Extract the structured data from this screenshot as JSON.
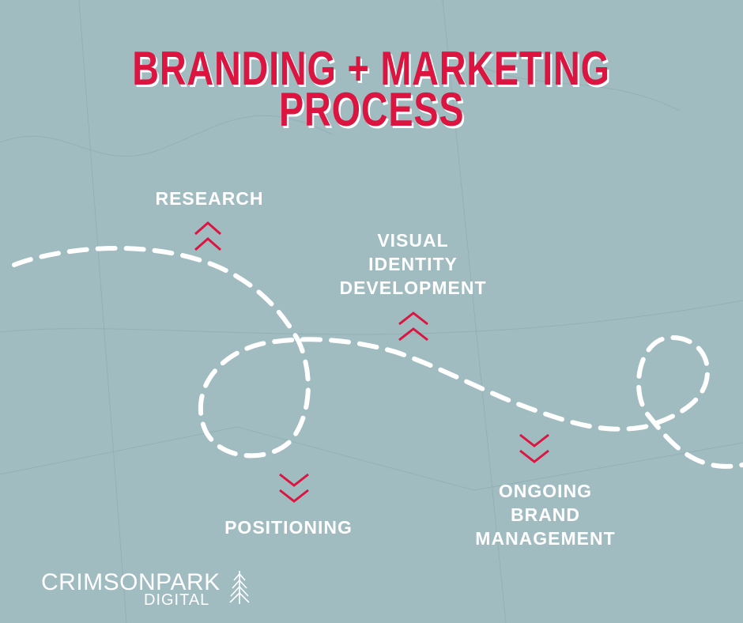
{
  "title": {
    "line1": "BRANDING + MARKETING",
    "line2": "PROCESS"
  },
  "steps": [
    {
      "label": "RESEARCH",
      "arrow": "chevron-up"
    },
    {
      "label": "VISUAL IDENTITY DEVELOPMENT",
      "lines": [
        "VISUAL",
        "IDENTITY",
        "DEVELOPMENT"
      ],
      "arrow": "chevron-up"
    },
    {
      "label": "POSITIONING",
      "arrow": "chevron-down"
    },
    {
      "label": "ONGOING BRAND MANAGEMENT",
      "lines": [
        "ONGOING",
        "BRAND",
        "MANAGEMENT"
      ],
      "arrow": "chevron-down"
    }
  ],
  "logo": {
    "name": "CRIMSONPARK",
    "sub": "DIGITAL",
    "icon": "pine-tree-icon"
  },
  "colors": {
    "background": "#a0bcc1",
    "accent": "#dc1540",
    "text": "#ffffff"
  }
}
